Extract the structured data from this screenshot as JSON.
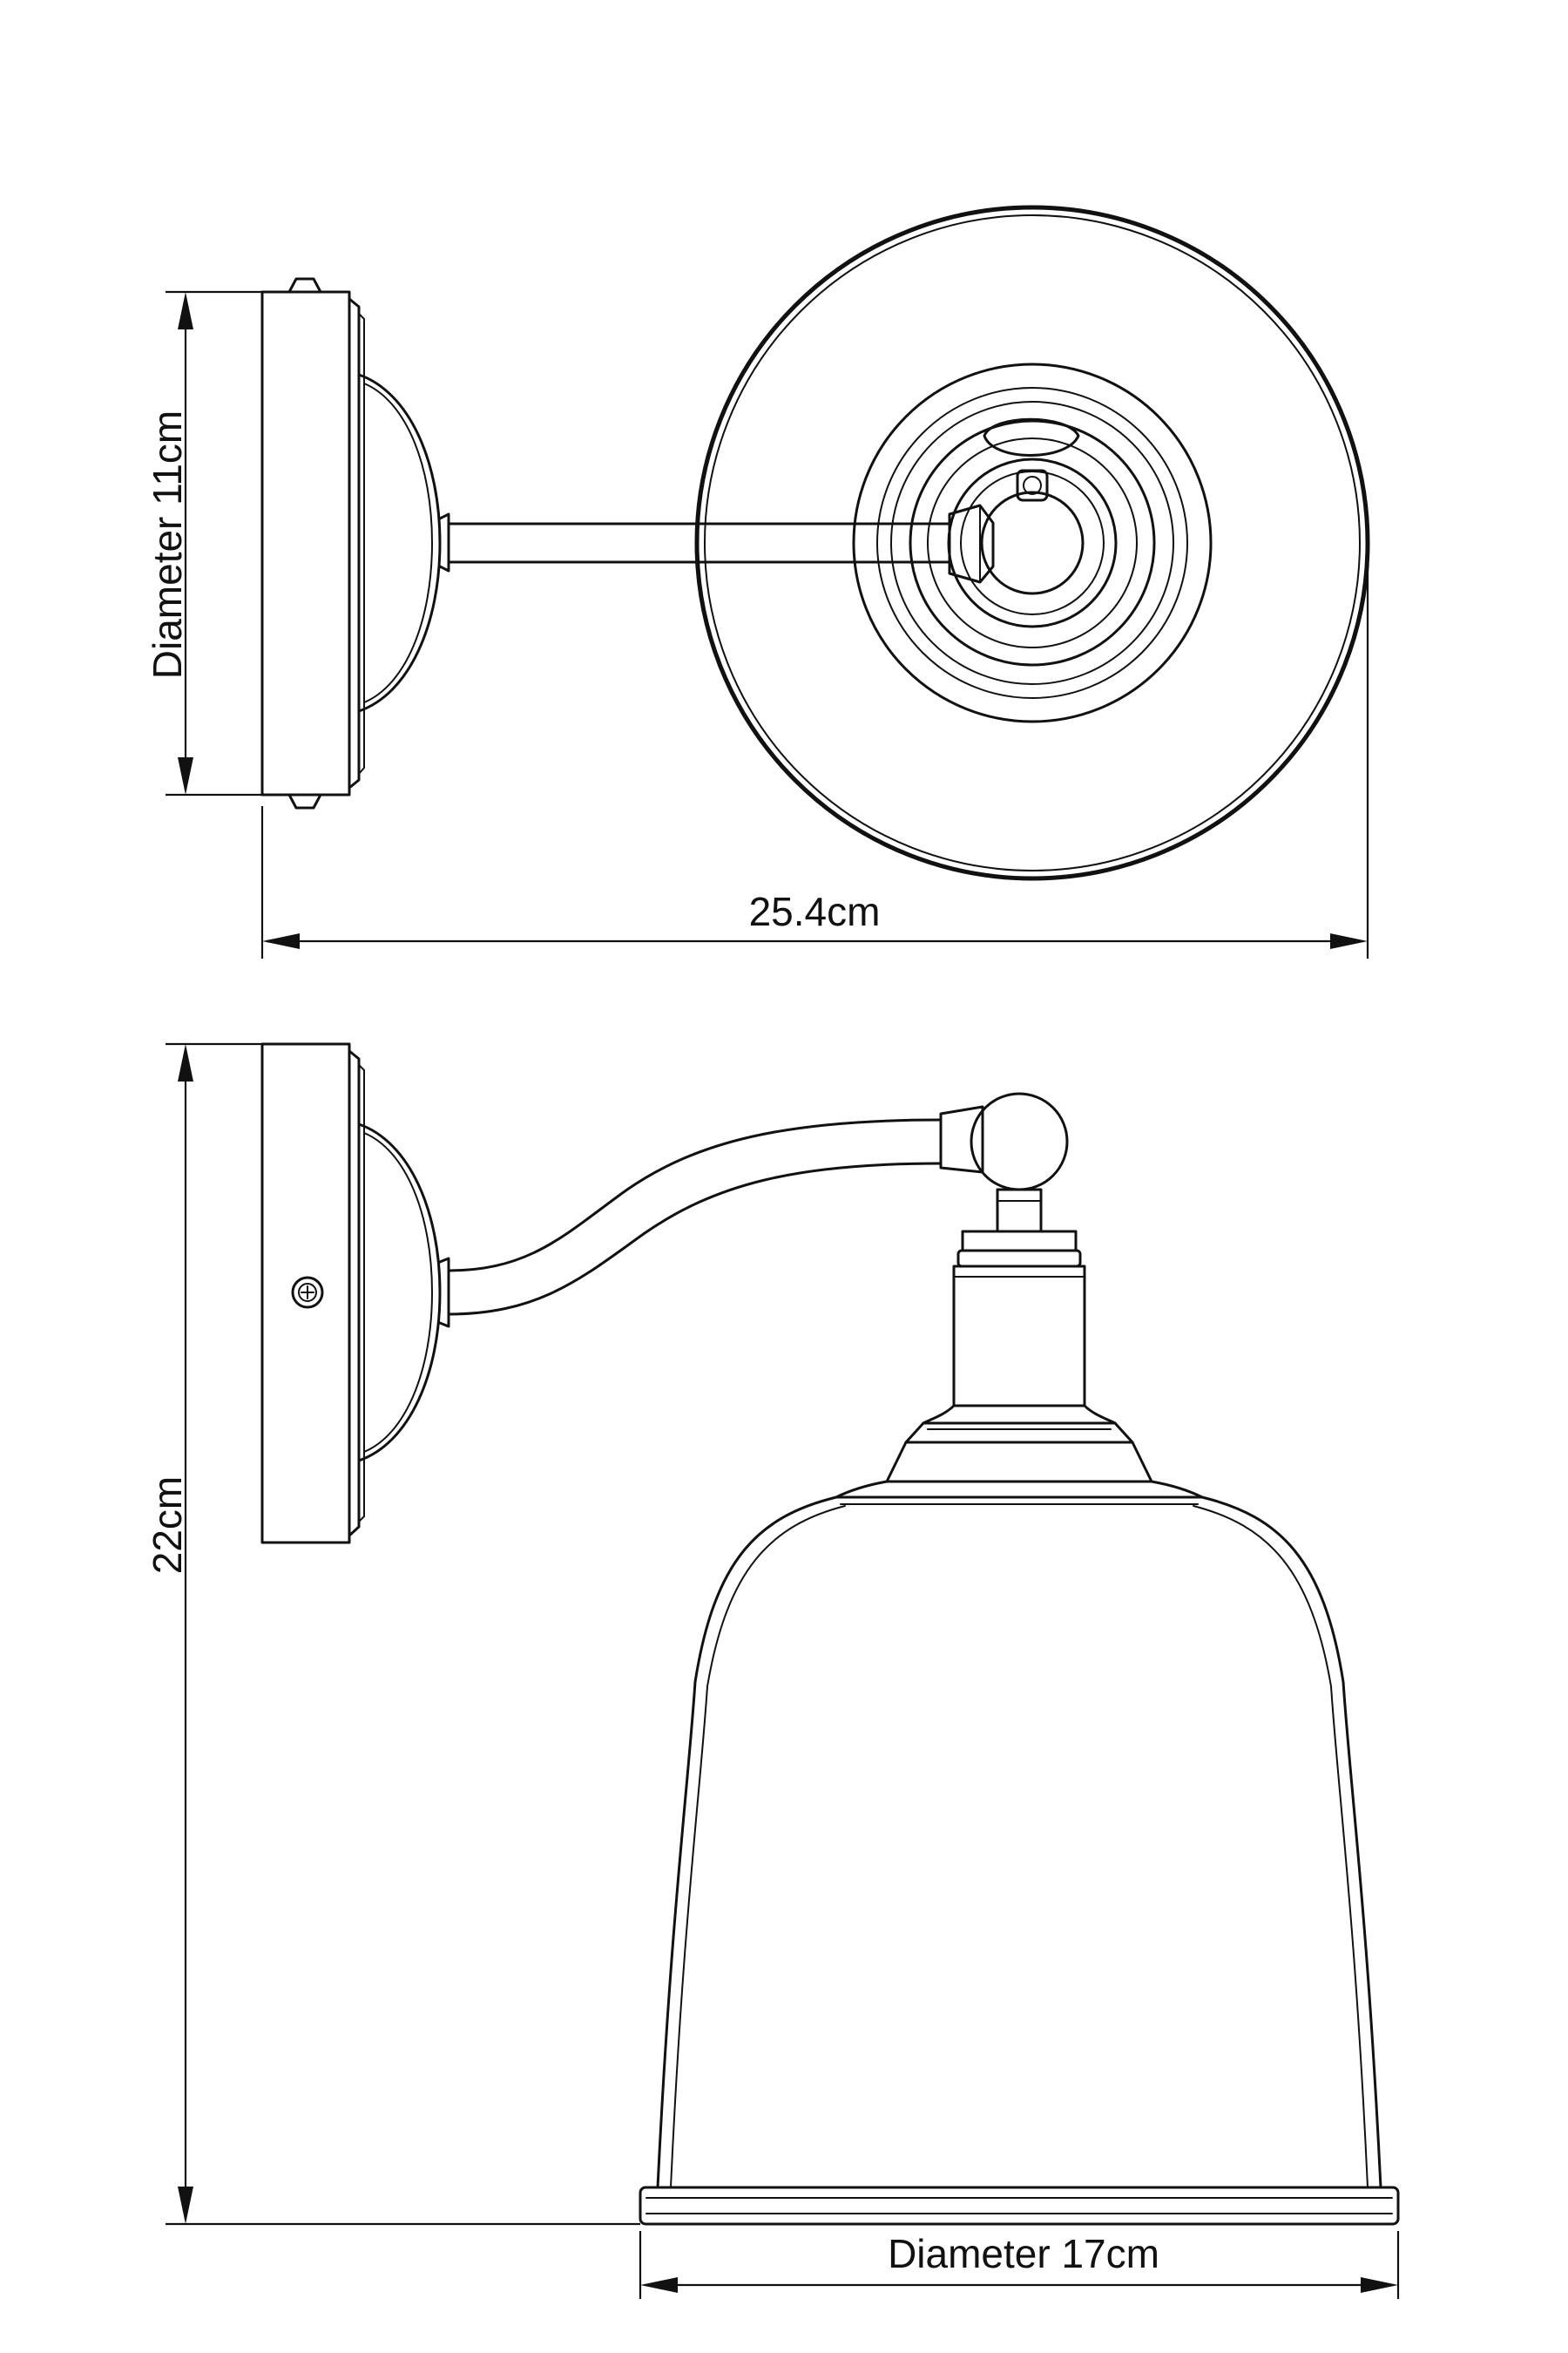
{
  "dimensions": {
    "top_height": "Diameter 11cm",
    "top_width": "25.4cm",
    "bottom_height": "22cm",
    "bottom_width": "Diameter 17cm"
  }
}
